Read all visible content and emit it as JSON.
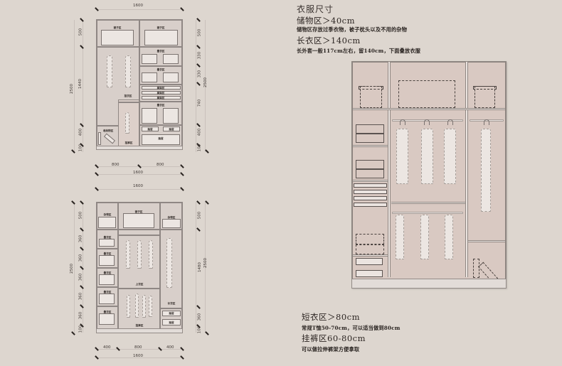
{
  "text_block": {
    "title": "衣服尺寸",
    "sections": [
      {
        "heading": "储物区＞40cm",
        "note": "储物区存放过季衣物，被子枕头以及不用的杂物"
      },
      {
        "heading": "长衣区＞140cm",
        "note": "长外套一般117cm左右，留140cm，下面叠放衣服"
      },
      {
        "heading": "短衣区＞80cm",
        "note": "常规T恤50-70cm，可以适当做到80cm"
      },
      {
        "heading": "挂裤区60-80cm",
        "note": "可以做拉伸裤架方便拿取"
      }
    ]
  },
  "drawing_top": {
    "width_total": "1600",
    "bottom_widths": [
      "800",
      "800"
    ],
    "bottom_total": "1600",
    "left_dims": [
      "500",
      "1440",
      "400",
      "100"
    ],
    "left_total": "2500",
    "right_dims": [
      "500",
      "330",
      "330",
      "740",
      "400",
      "100"
    ],
    "right_total": "2500",
    "labels": {
      "quilt_left": "被子区",
      "quilt_right": "被子区",
      "folded_1": "叠衣区",
      "folded_2": "叠衣区",
      "folded_3": "叠衣区",
      "pants_1": "裤架区",
      "pants_2": "裤架区",
      "pants_3": "裤架区",
      "long_coat": "挂衣区",
      "short_hang": "挂裤区",
      "luggage": "收纳物区",
      "drawer_1": "抽屉",
      "drawer_2": "抽屉",
      "drawer_3": "抽屉"
    }
  },
  "drawing_bottom": {
    "width_total": "1600",
    "bottom_widths": [
      "400",
      "800",
      "400"
    ],
    "bottom_total": "1600",
    "left_dims": [
      "500",
      "360",
      "360",
      "360",
      "360",
      "360",
      "100"
    ],
    "left_total": "2500",
    "right_dims": [
      "500",
      "1480",
      "360",
      "100"
    ],
    "right_total": "2500",
    "labels": {
      "misc_left": "杂物区",
      "quilt_mid": "被子区",
      "misc_right": "杂物区",
      "folded_1": "叠衣区",
      "folded_2": "叠衣区",
      "folded_3": "叠衣区",
      "folded_4": "叠衣区",
      "folded_5": "叠衣区",
      "upper_hang": "上衣区",
      "pants_hang": "挂裤区",
      "long_hang": "长衣区",
      "drawer_1": "抽屉",
      "drawer_2": "抽屉"
    }
  },
  "colors": {
    "background": "#ddd6cf",
    "cabinet_fill": "#d9c9c2",
    "frame": "#8d8580",
    "text": "#2b2522"
  }
}
